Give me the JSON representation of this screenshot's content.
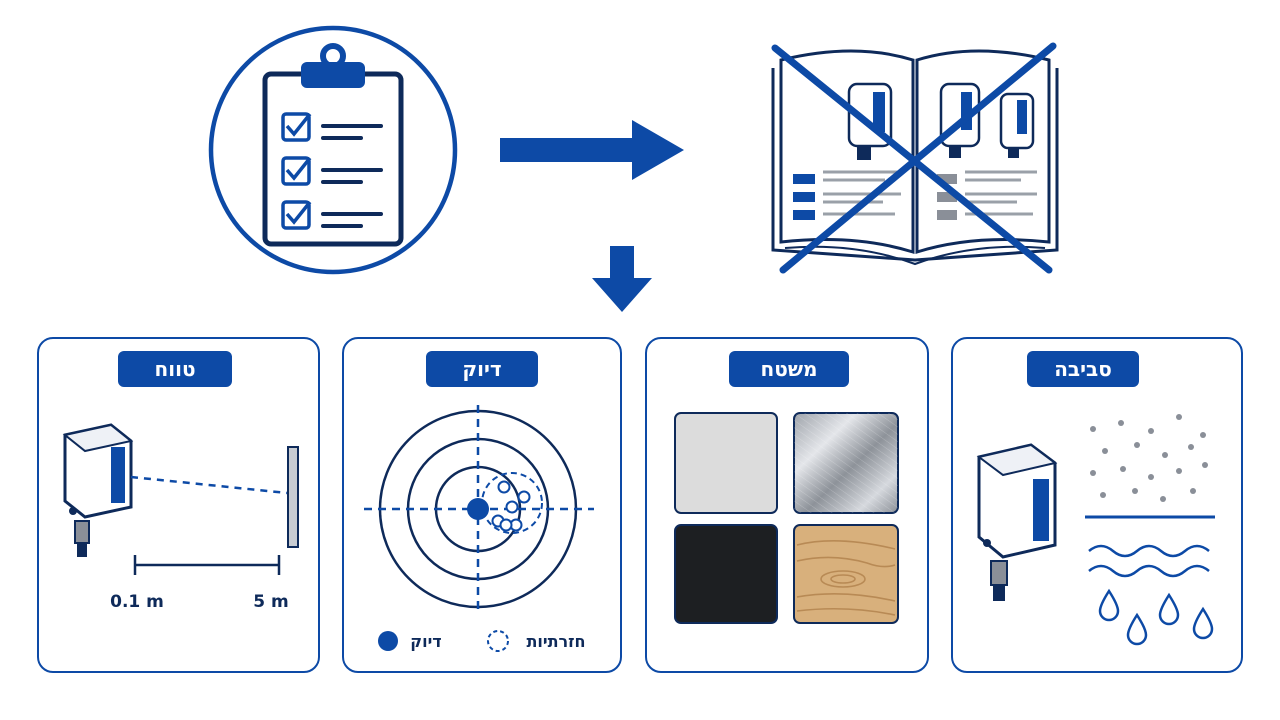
{
  "panels": {
    "range": {
      "title": "טווח",
      "min_label": "0.1 m",
      "max_label": "5 m"
    },
    "accuracy": {
      "title": "דיוק",
      "legend_accuracy": "דיוק",
      "legend_repeatability": "חזרתיות"
    },
    "surface": {
      "title": "משטח"
    },
    "environment": {
      "title": "סביבה"
    }
  },
  "colors": {
    "primary": "#0d4aa6",
    "dark": "#0e2a5a",
    "white": "#ffffff"
  },
  "icons": {
    "requirements": "clipboard-checklist-icon",
    "flow_right": "arrow-right-icon",
    "flow_down": "arrow-down-icon",
    "catalog": "crossed-out-catalog-icon"
  }
}
